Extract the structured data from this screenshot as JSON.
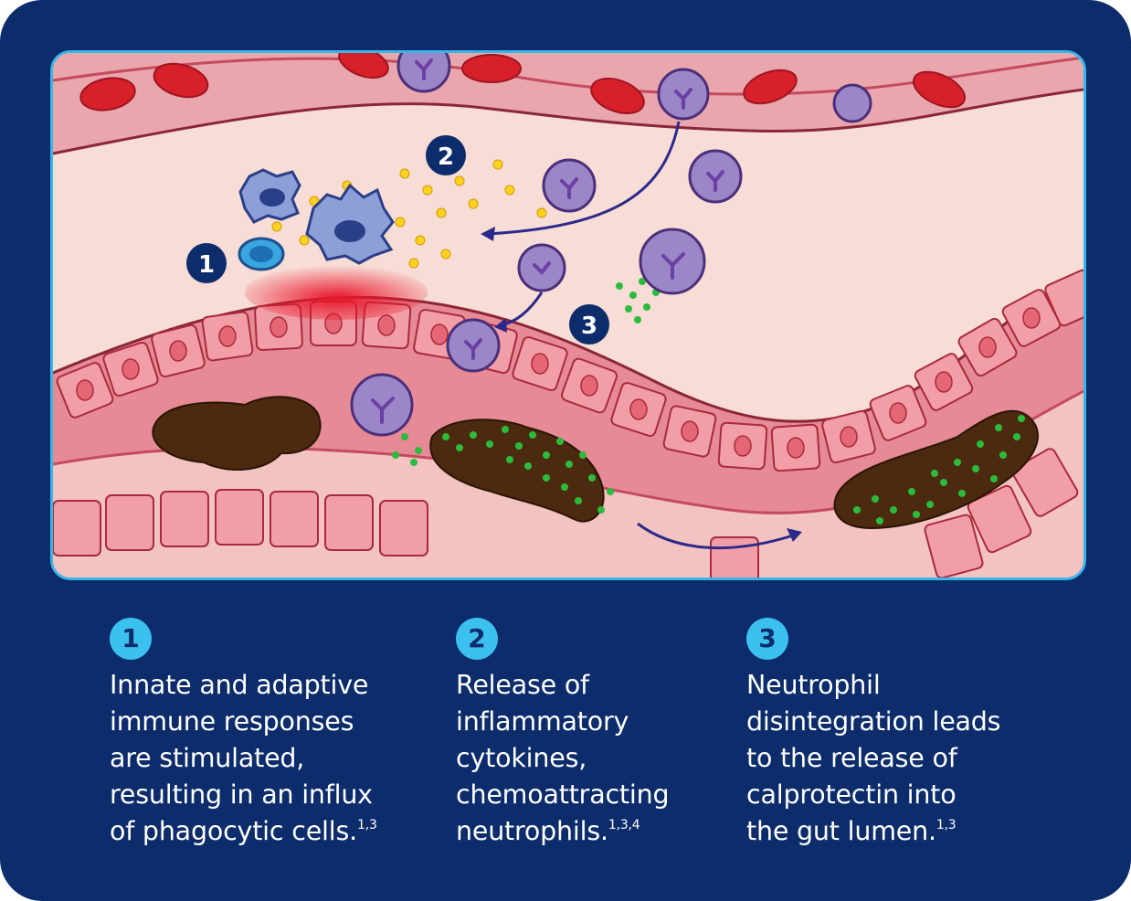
{
  "colors": {
    "background": "#0c2c6b",
    "frame": "#38b6e8",
    "number_badge": "#3cc0ef",
    "blood_cell": "#d7202a",
    "neutrophil": "#9b86c8",
    "cytokine": "#ffd21f",
    "calprotectin": "#2dbb3c",
    "stool": "#4b2a10"
  },
  "diagram": {
    "badges": [
      "1",
      "2",
      "3"
    ]
  },
  "steps": [
    {
      "number": "1",
      "lines": [
        "Innate and adaptive",
        "immune responses",
        "are stimulated,",
        "resulting in an influx",
        "of phagocytic cells."
      ],
      "refs": "1,3"
    },
    {
      "number": "2",
      "lines": [
        "Release of",
        "inflammatory",
        "cytokines,",
        "chemoattracting",
        "neutrophils."
      ],
      "refs": "1,3,4"
    },
    {
      "number": "3",
      "lines": [
        "Neutrophil",
        "disintegration leads",
        "to the release of",
        "calprotectin into",
        "the gut lumen."
      ],
      "refs": "1,3"
    }
  ]
}
